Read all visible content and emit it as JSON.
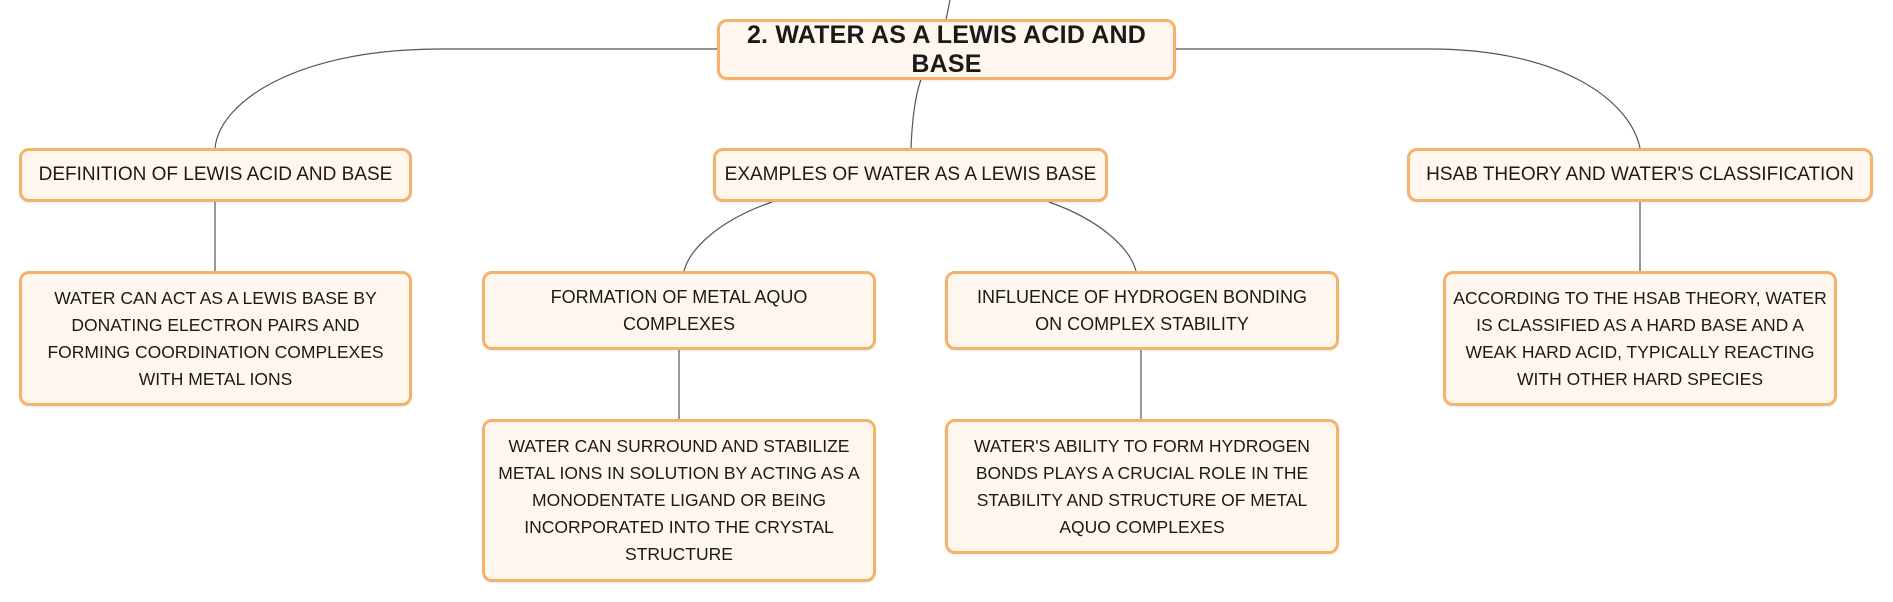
{
  "map": {
    "root": "2. WATER AS A LEWIS ACID AND BASE",
    "topic_definition": "DEFINITION OF LEWIS ACID AND BASE",
    "topic_examples": "EXAMPLES OF WATER AS A LEWIS BASE",
    "topic_hsab": "HSAB THEORY AND WATER'S CLASSIFICATION",
    "definition_detail": "WATER CAN ACT AS A LEWIS BASE BY DONATING ELECTRON PAIRS AND FORMING COORDINATION COMPLEXES WITH METAL IONS",
    "sub_aquo": "FORMATION OF METAL AQUO COMPLEXES",
    "sub_hbond": "INFLUENCE OF HYDROGEN BONDING ON COMPLEX STABILITY",
    "aquo_detail": "WATER CAN SURROUND AND STABILIZE METAL IONS IN SOLUTION BY ACTING AS A MONODENTATE LIGAND OR BEING INCORPORATED INTO THE CRYSTAL STRUCTURE",
    "hbond_detail": "WATER'S ABILITY TO FORM HYDROGEN BONDS PLAYS A CRUCIAL ROLE IN THE STABILITY AND STRUCTURE OF METAL AQUO COMPLEXES",
    "hsab_detail": "ACCORDING TO THE HSAB THEORY, WATER IS CLASSIFIED AS A HARD BASE AND A WEAK HARD ACID, TYPICALLY REACTING WITH OTHER HARD SPECIES"
  },
  "colors": {
    "node_border": "#f5b26b",
    "node_fill": "#fff6ee",
    "connector": "#555555"
  }
}
